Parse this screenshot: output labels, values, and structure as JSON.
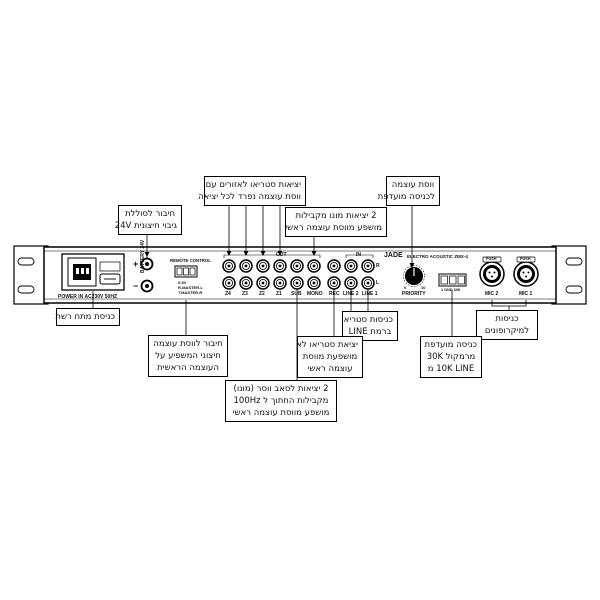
{
  "device": {
    "brand": "JADE",
    "model": "ELECTRO ACOUSTIC ZMX-4",
    "power_label": "POWER IN AC230V 50HZ",
    "battery_label": "BATTERY 24V",
    "battery_plus": "+",
    "battery_minus": "−",
    "remote_label": "REMOTE CONTROL",
    "remote_pins": [
      "0-5V",
      "R-MASTER-L",
      "T.MASTER-R"
    ],
    "out_label": "OUT",
    "in_label": "IN",
    "zone_labels": [
      "Z4",
      "Z3",
      "Z2",
      "Z1",
      "SUB",
      "MONO",
      "REC",
      "LINE 2",
      "LINE 1"
    ],
    "channel_r": "R",
    "channel_l": "L",
    "priority_label": "PRIORITY",
    "knob_marks": [
      "0",
      "10"
    ],
    "terminal_label": "1 GND 30K",
    "mic_labels": [
      "MIC 2",
      "MIC 1"
    ],
    "push_label": "PUSH"
  },
  "callouts": {
    "stereo_zones": [
      "יציאות סטריאו לאזורים עם",
      "ווסת עוצמה נפרד לכל יציאה"
    ],
    "priority": [
      "ווסת עוצמה",
      "לכניסה מועדפת"
    ],
    "battery": [
      "חיבור לסוללת",
      "גיבוי חיצונית 24V"
    ],
    "mono_out": [
      "2 יציאות מונו מקבילות",
      "מושפע מווסת עוצמה ראשי"
    ],
    "power": [
      "כניסת מתח רשת"
    ],
    "remote": [
      "חיבור לווסת עוצמה",
      "חיצוני המשפיע על",
      "העוצמה הראשית"
    ],
    "line_in": [
      "כניסות סטריאו",
      "ברמת LINE"
    ],
    "mic_in": [
      "כניסות",
      "למיקרופונים"
    ],
    "rec_out": [
      "יציאת סטריאו לא",
      "מושפעת מווסת",
      "עוצמה ראשי"
    ],
    "priority_in": [
      "כניסה מועדפת",
      "מרמקול 30K",
      "10K LINE מ"
    ],
    "sub_out": [
      "2 יציאות לסאב ווסר (מונו)",
      "מקבילות החתוך ל 100Hz",
      "מושפע מווסת עוצמה ראשי"
    ]
  }
}
